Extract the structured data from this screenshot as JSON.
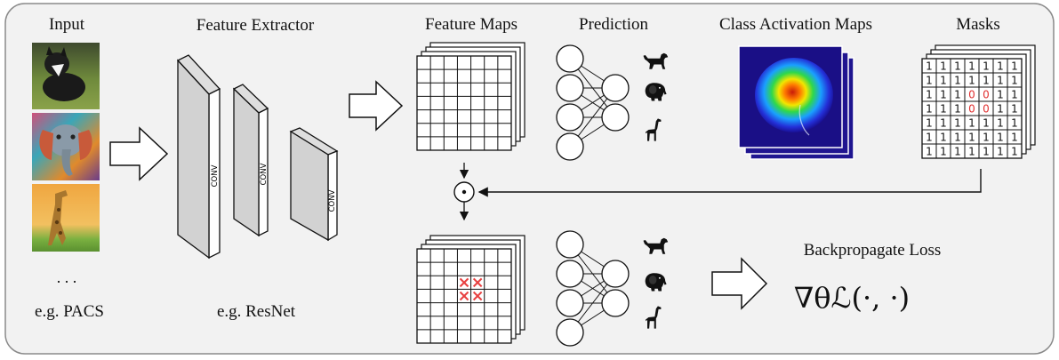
{
  "labels": {
    "input": "Input",
    "feature_extractor": "Feature Extractor",
    "feature_maps": "Feature Maps",
    "prediction": "Prediction",
    "cams": "Class Activation Maps",
    "masks": "Masks",
    "ellipsis": ". . .",
    "eg_pacs": "e.g. PACS",
    "eg_resnet": "e.g. ResNet",
    "backprop": "Backpropagate Loss",
    "formula": "∇θℒ(·, ·)",
    "conv": "CONV",
    "odot": "⊙"
  },
  "mask_grid": [
    [
      "1",
      "1",
      "1",
      "1",
      "1",
      "1",
      "1"
    ],
    [
      "1",
      "1",
      "1",
      "1",
      "1",
      "1",
      "1"
    ],
    [
      "1",
      "1",
      "1",
      "0",
      "0",
      "1",
      "1"
    ],
    [
      "1",
      "1",
      "1",
      "0",
      "0",
      "1",
      "1"
    ],
    [
      "1",
      "1",
      "1",
      "1",
      "1",
      "1",
      "1"
    ],
    [
      "1",
      "1",
      "1",
      "1",
      "1",
      "1",
      "1"
    ],
    [
      "1",
      "1",
      "1",
      "1",
      "1",
      "1",
      "1"
    ]
  ],
  "colors": {
    "mask_zero": "#e03030",
    "cross": "#e84040",
    "panel_bg": "#f2f2f2"
  },
  "icons": [
    "dog-icon",
    "elephant-icon",
    "giraffe-icon"
  ]
}
